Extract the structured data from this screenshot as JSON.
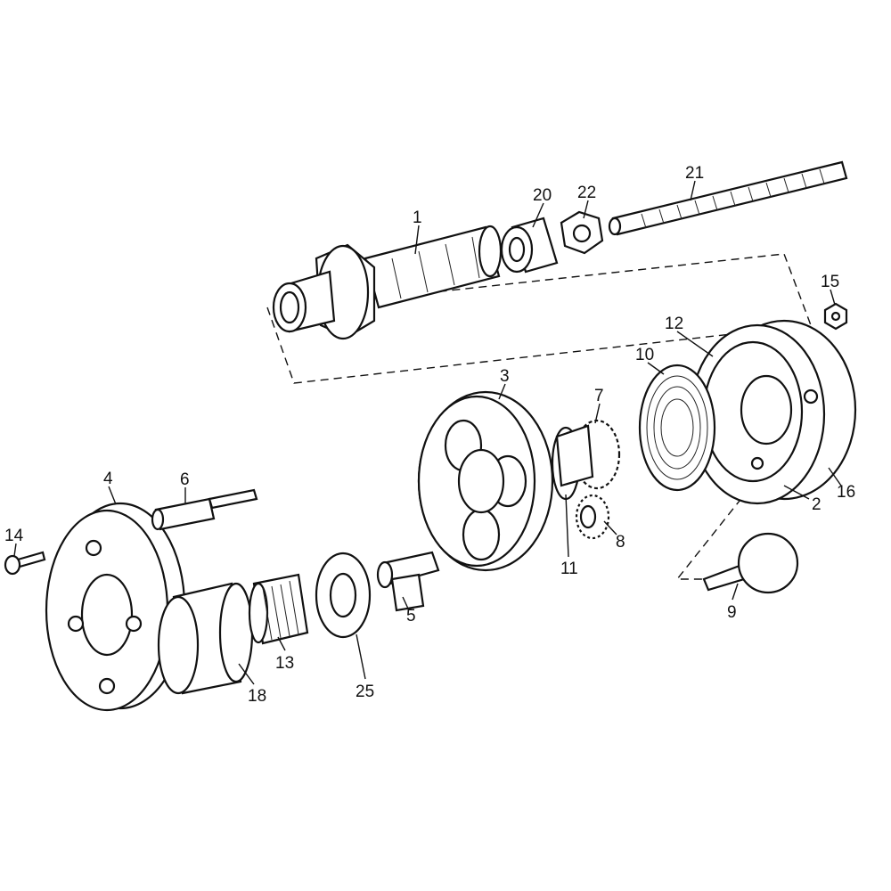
{
  "title": "Exploded parts diagram",
  "callouts": [
    {
      "id": "1",
      "label": "1"
    },
    {
      "id": "20",
      "label": "20"
    },
    {
      "id": "22",
      "label": "22"
    },
    {
      "id": "21",
      "label": "21"
    },
    {
      "id": "15",
      "label": "15"
    },
    {
      "id": "12",
      "label": "12"
    },
    {
      "id": "10",
      "label": "10"
    },
    {
      "id": "3",
      "label": "3"
    },
    {
      "id": "7",
      "label": "7"
    },
    {
      "id": "4",
      "label": "4"
    },
    {
      "id": "6",
      "label": "6"
    },
    {
      "id": "14",
      "label": "14"
    },
    {
      "id": "11",
      "label": "11"
    },
    {
      "id": "8",
      "label": "8"
    },
    {
      "id": "2",
      "label": "2"
    },
    {
      "id": "16",
      "label": "16"
    },
    {
      "id": "9",
      "label": "9"
    },
    {
      "id": "5",
      "label": "5"
    },
    {
      "id": "13",
      "label": "13"
    },
    {
      "id": "18",
      "label": "18"
    },
    {
      "id": "25",
      "label": "25"
    }
  ]
}
